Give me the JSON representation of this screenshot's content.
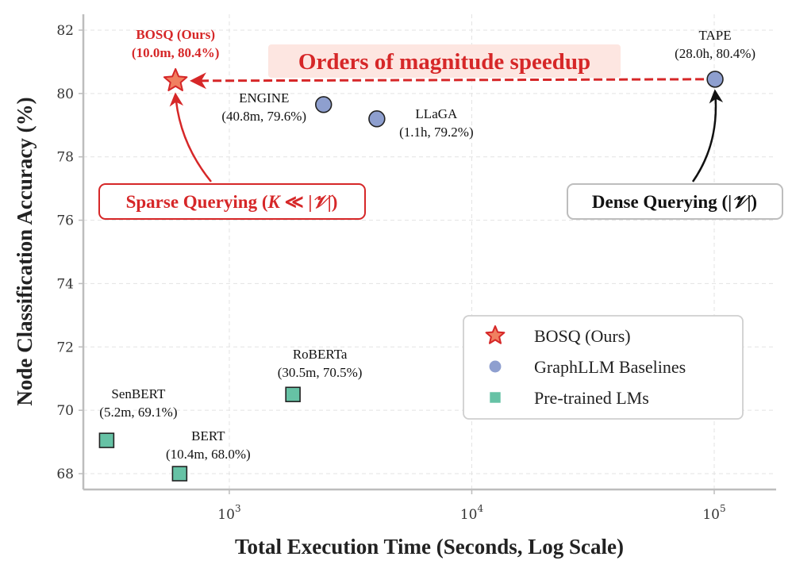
{
  "chart_data": {
    "type": "scatter",
    "xlabel": "Total Execution Time (Seconds, Log Scale)",
    "ylabel": "Node Classification Accuracy (%)",
    "xscale": "log",
    "xlim": [
      250,
      180000
    ],
    "ylim": [
      67.5,
      82.5
    ],
    "xticks": [
      {
        "value": 1000,
        "base": "10",
        "exp": "3"
      },
      {
        "value": 10000,
        "base": "10",
        "exp": "4"
      },
      {
        "value": 100000,
        "base": "10",
        "exp": "5"
      }
    ],
    "yticks": [
      68,
      70,
      72,
      74,
      76,
      78,
      80,
      82
    ],
    "grid": true,
    "legend_position": "lower-right",
    "series": [
      {
        "name": "BOSQ (Ours)",
        "marker": "star",
        "color": "#f08060",
        "edge": "#d62728",
        "points": [
          {
            "label": "BOSQ (Ours)",
            "annotation": "(10.0m, 80.4%)",
            "x": 600,
            "y": 80.4
          }
        ]
      },
      {
        "name": "GraphLLM Baselines",
        "marker": "circle",
        "color": "#8e9fcf",
        "edge": "#222222",
        "points": [
          {
            "label": "ENGINE",
            "annotation": "(40.8m, 79.6%)",
            "x": 2448,
            "y": 79.65
          },
          {
            "label": "LLaGA",
            "annotation": "(1.1h, 79.2%)",
            "x": 4060,
            "y": 79.2
          },
          {
            "label": "TAPE",
            "annotation": "(28.0h, 80.4%)",
            "x": 100800,
            "y": 80.45
          }
        ]
      },
      {
        "name": "Pre-trained LMs",
        "marker": "square",
        "color": "#66c2a5",
        "edge": "#222222",
        "points": [
          {
            "label": "SenBERT",
            "annotation": "(5.2m, 69.1%)",
            "x": 312,
            "y": 69.05
          },
          {
            "label": "BERT",
            "annotation": "(10.4m, 68.0%)",
            "x": 624,
            "y": 68.0
          },
          {
            "label": "RoBERTa",
            "annotation": "(30.5m, 70.5%)",
            "x": 1830,
            "y": 70.5
          }
        ]
      }
    ],
    "annotations": {
      "speedup": "Orders of magnitude speedup",
      "sparse_prefix": "Sparse Querying (",
      "sparse_k": "K",
      "sparse_rel": " ≪ |",
      "sparse_v": "𝒱",
      "sparse_suffix": "|)",
      "dense_prefix": "Dense Querying (|",
      "dense_v": "𝒱",
      "dense_suffix": "|)"
    },
    "colors": {
      "accent_red": "#d62728",
      "box_red_fill": "#ffffff",
      "speedup_bg": "#fde6e1"
    }
  }
}
